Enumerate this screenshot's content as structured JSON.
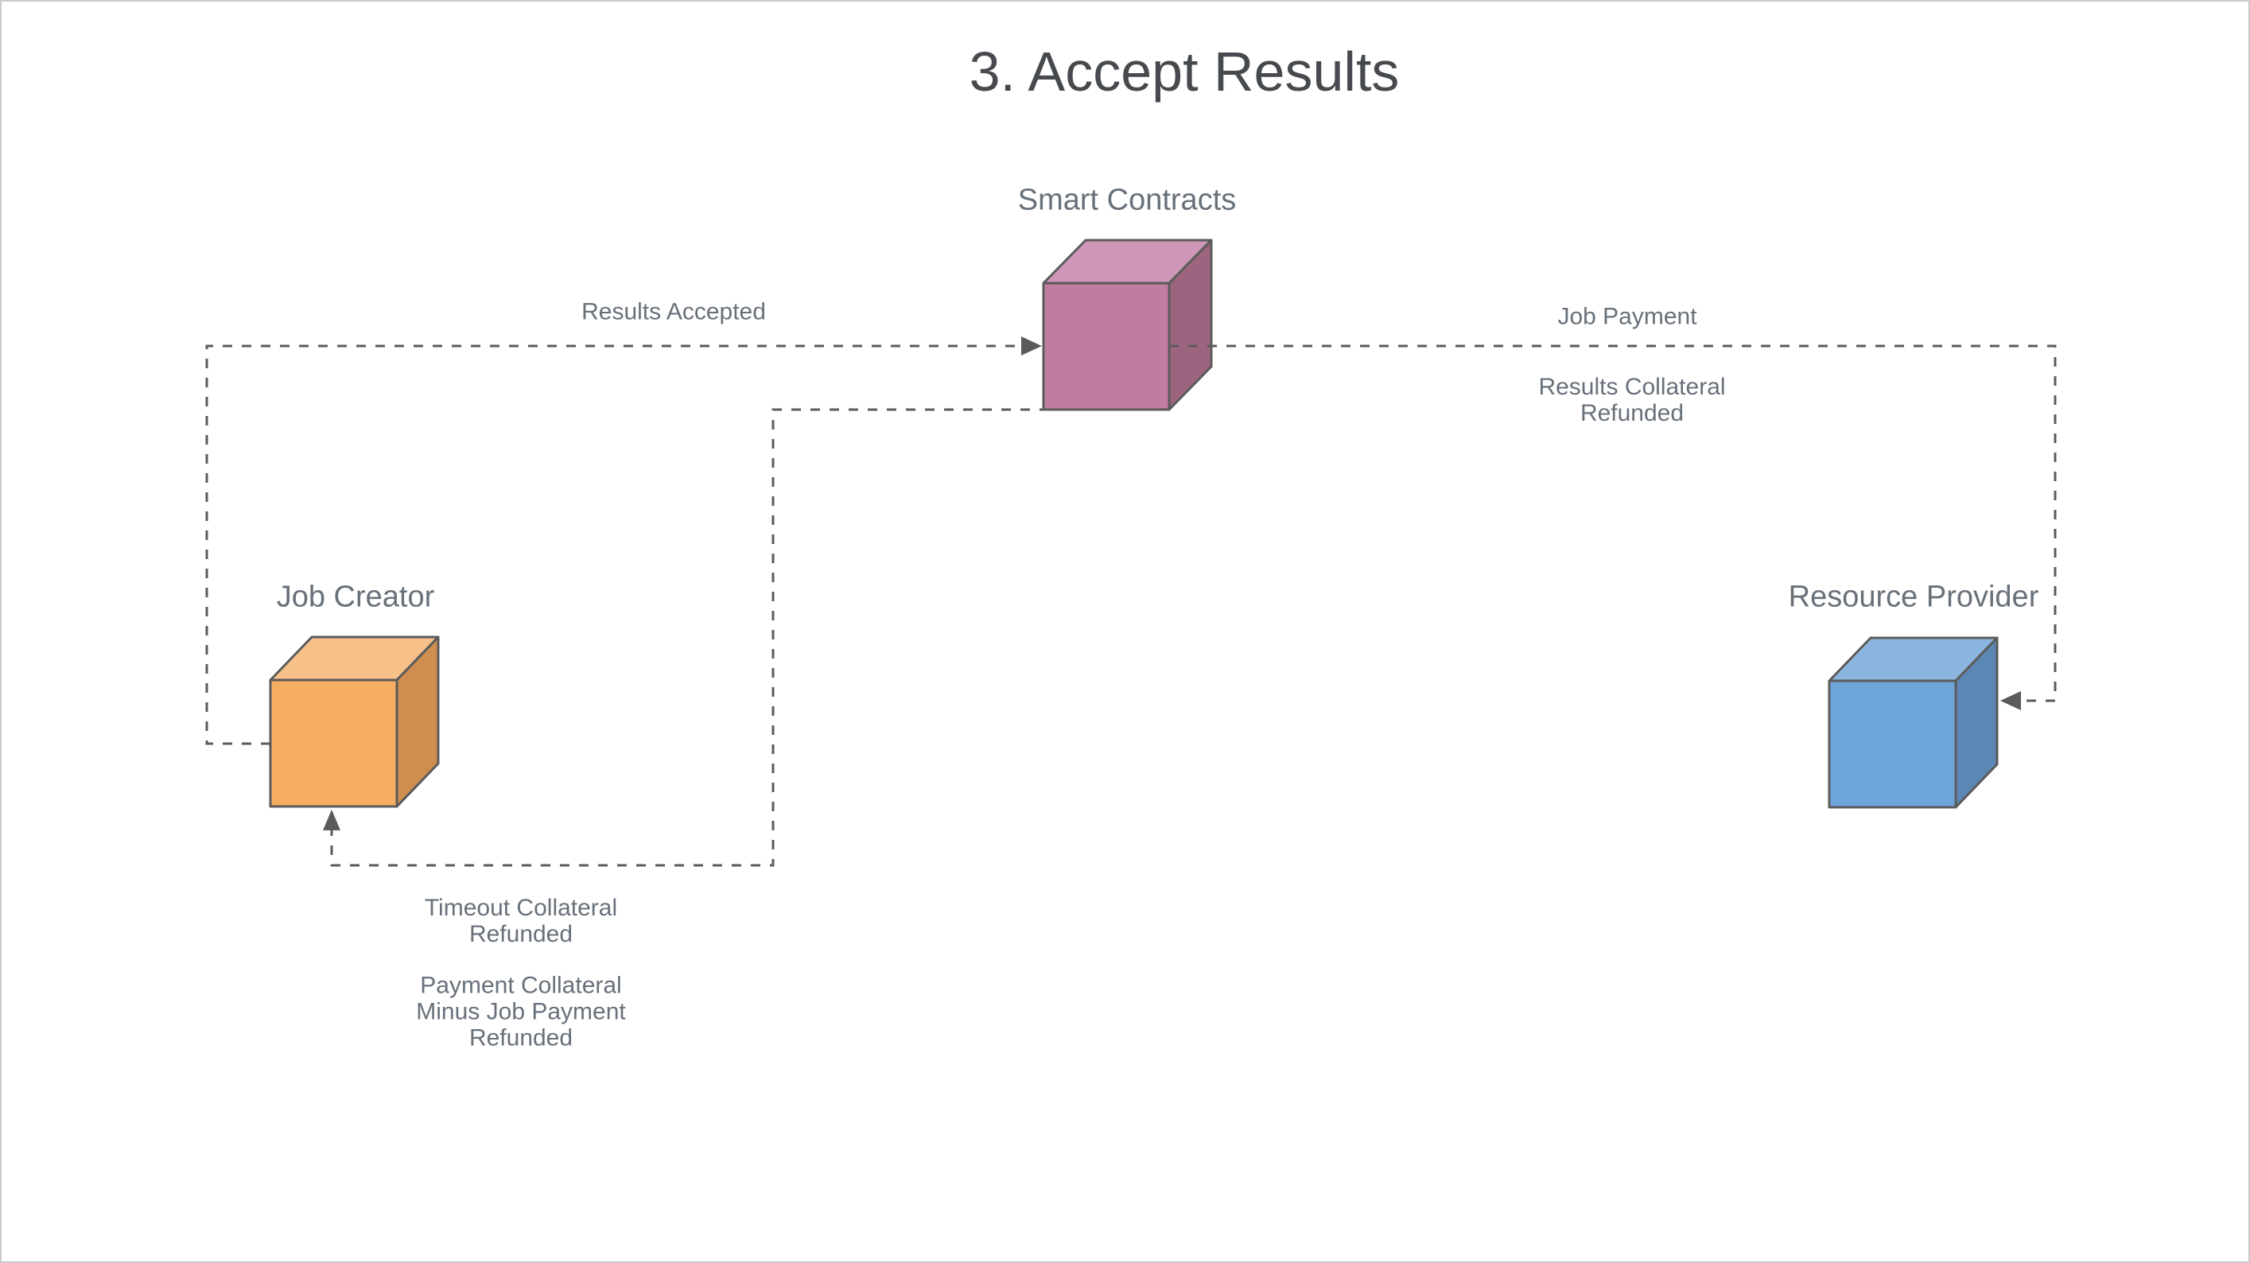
{
  "title": "3. Accept Results",
  "colors": {
    "background": "#ffffff",
    "canvas_border": "#c9c9c9",
    "shape_stroke": "#5b5b5b",
    "edge_stroke": "#5b5b5b",
    "title_text": "#46494d",
    "label_text": "#68707a"
  },
  "nodes": [
    {
      "label": "Smart Contracts",
      "shape": "cube",
      "colors": {
        "front": "#c17ca2",
        "top": "#ce97b8",
        "side": "#9d6480"
      }
    },
    {
      "label": "Job Creator",
      "shape": "cube",
      "colors": {
        "front": "#f5ad62",
        "top": "#f8c18a",
        "side": "#cd8e4f"
      }
    },
    {
      "label": "Resource Provider",
      "shape": "cube",
      "colors": {
        "front": "#6ea5db",
        "top": "#8bb5df",
        "side": "#5c87b5"
      }
    }
  ],
  "edges": [
    {
      "from": "Job Creator",
      "to": "Smart Contracts",
      "style": "dashed",
      "label": "Results Accepted"
    },
    {
      "from": "Smart Contracts",
      "to": "Resource Provider",
      "style": "dashed",
      "label": "Job Payment",
      "label2": "Results Collateral\nRefunded"
    },
    {
      "from": "Smart Contracts",
      "to": "Job Creator",
      "style": "dashed",
      "label": "Timeout Collateral\nRefunded",
      "label2": "Payment Collateral\nMinus Job Payment\nRefunded"
    }
  ]
}
